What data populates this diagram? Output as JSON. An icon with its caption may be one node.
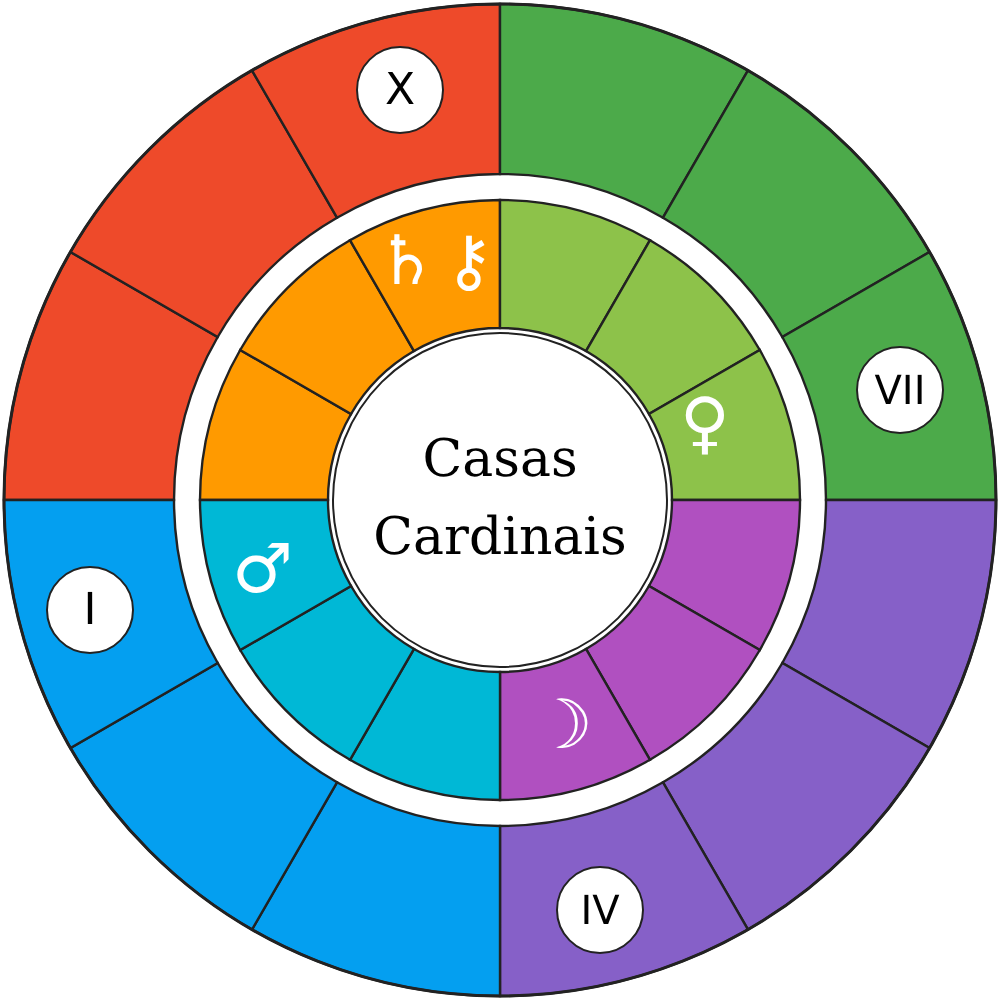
{
  "diagram": {
    "nodes": [
      {
        "text": [
          "Casas Cardinais"
        ]
      },
      {
        "text": [
          "X"
        ]
      },
      {
        "text": [
          "VII"
        ]
      },
      {
        "text": [
          "I"
        ]
      },
      {
        "text": [
          "IV"
        ]
      }
    ],
    "labels": [
      "♄",
      "⚷",
      "♀",
      "♂",
      "☽"
    ]
  }
}
